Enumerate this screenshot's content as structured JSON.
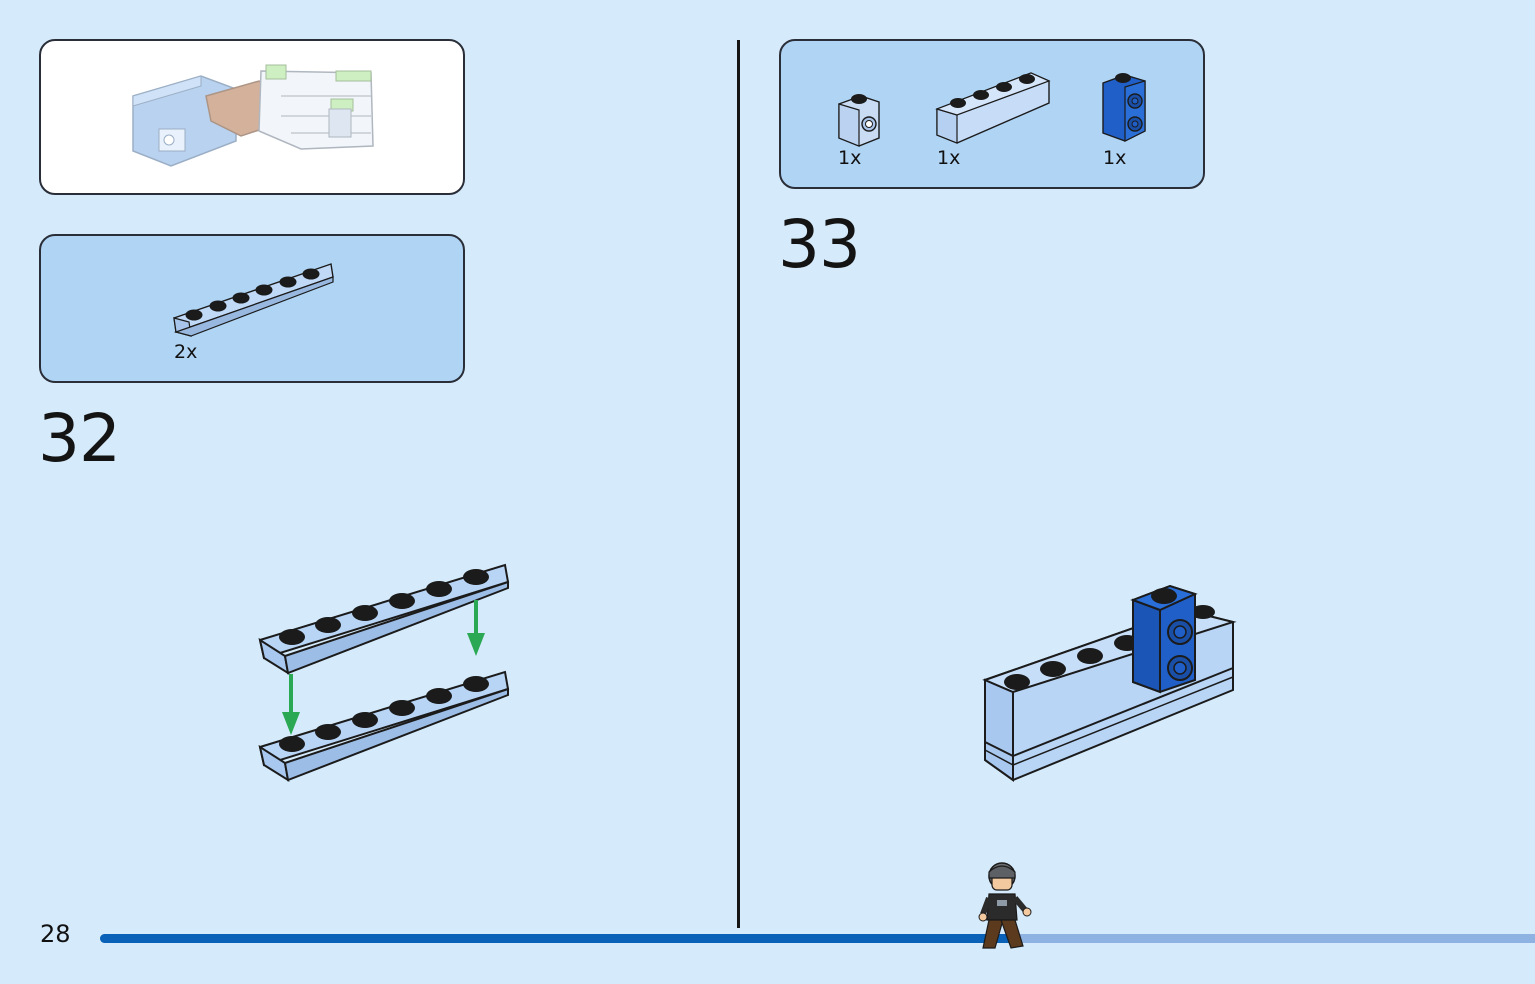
{
  "page_number": "28",
  "progress": {
    "fraction": 0.64
  },
  "colors": {
    "background": "#d5ebfb",
    "light_blue_brick": "#b6d5f6",
    "dark_blue_brick": "#1f5fc7",
    "arrow_green": "#2aa853",
    "progress_fill": "#0a62b8",
    "progress_track": "#8eb3e3"
  },
  "left": {
    "preview_box": {
      "description_icon": "submodel-preview-icon"
    },
    "parts_box": {
      "parts": [
        {
          "name": "plate-1x6-light-blue",
          "qty": "2x"
        }
      ]
    },
    "step_number": "32"
  },
  "right": {
    "parts_box": {
      "parts": [
        {
          "name": "brick-1x1-with-stud-side-light-blue",
          "qty": "1x"
        },
        {
          "name": "brick-1x4-light-blue",
          "qty": "1x"
        },
        {
          "name": "brick-1x1x2-with-studs-side-dark-blue",
          "qty": "1x"
        }
      ]
    },
    "step_number": "33"
  }
}
